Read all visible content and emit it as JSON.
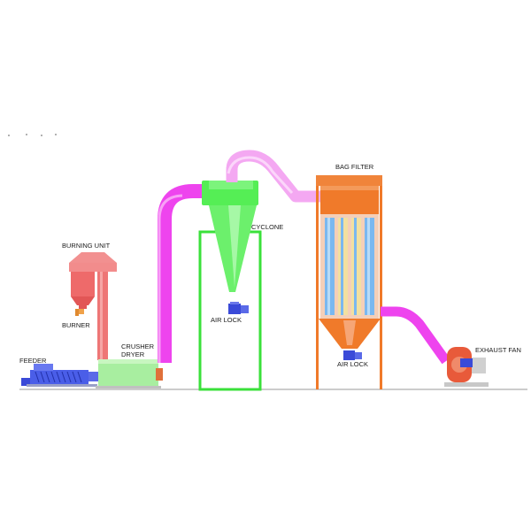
{
  "labels": {
    "burning_unit": "BURNING UNIT",
    "burner": "BURNER",
    "feeder": "FEEDER",
    "crusher": "CRUSHER",
    "dryer": "DRYER",
    "cyclone": "CYCLONE",
    "cyclone_air_lock": "AIR LOCK",
    "bag_filter": "BAG FILTER",
    "bag_filter_air_lock": "AIR LOCK",
    "exhaust_fan": "EXHAUST FAN"
  },
  "colors": {
    "burning_unit": "#ee6a6a",
    "burner": "#f0a24a",
    "feeder": "#4a5ee8",
    "crusher_dryer": "#a8eea0",
    "duct_magenta": "#ee44ee",
    "duct_pink": "#f4a8f2",
    "cyclone": "#55ee55",
    "bag_filter": "#f07a2a",
    "bags": "#7ab8f0",
    "air_lock": "#3a4ad8",
    "exhaust_fan": "#e85a3a",
    "ground": "#bbbbbb"
  },
  "icons": {
    "feeder_screw": "screw-conveyor-icon",
    "air_lock": "rotary-valve-icon",
    "fan": "blower-fan-icon"
  }
}
